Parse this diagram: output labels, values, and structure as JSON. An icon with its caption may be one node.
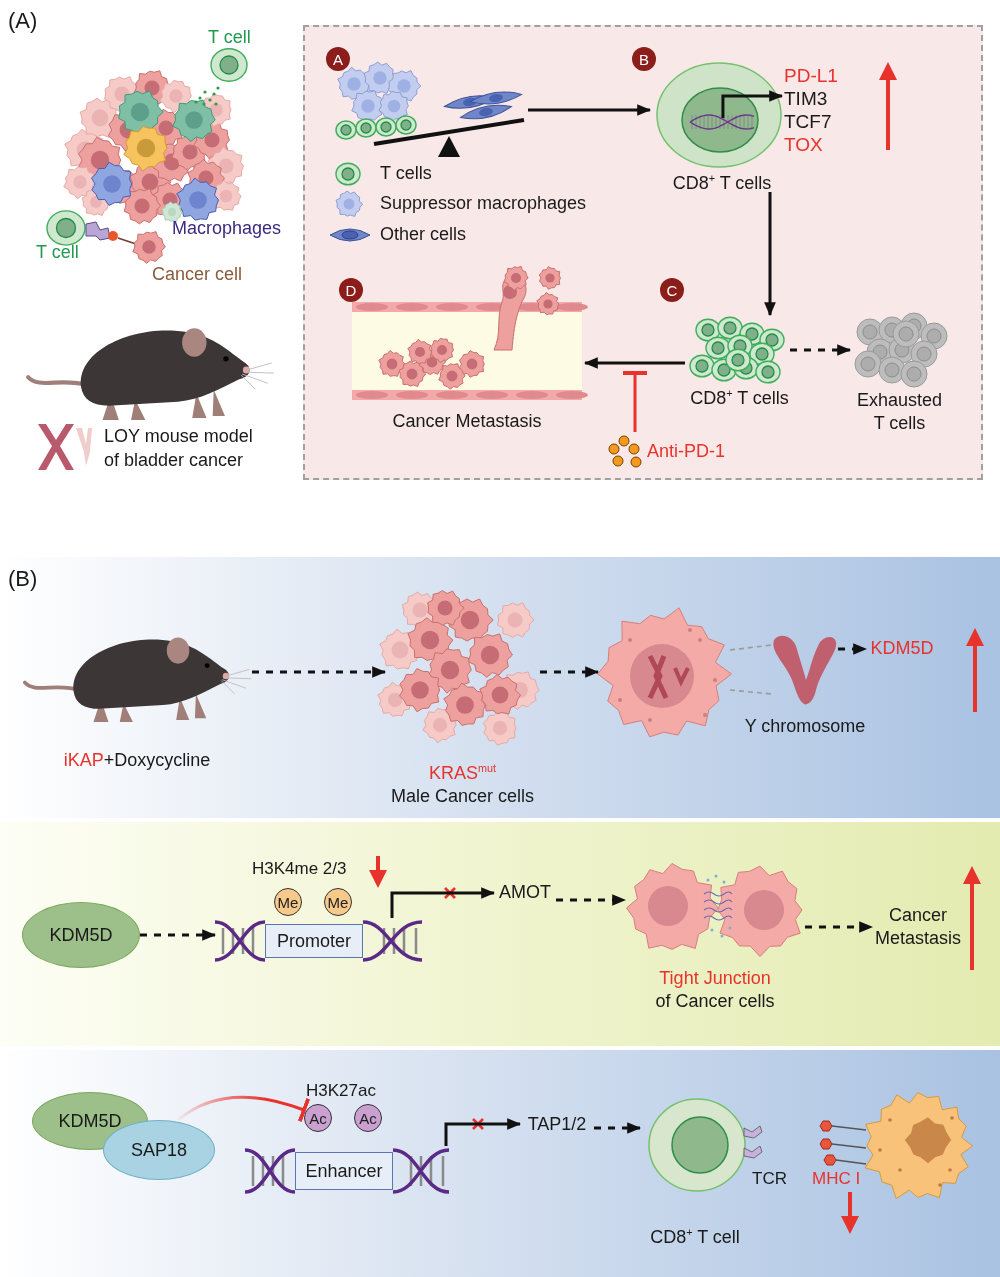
{
  "diagram": {
    "nodes": [
      {
        "text": [],
        "shape": "box"
      },
      {
        "text": [
          "A"
        ],
        "in": 0
      },
      {
        "text": [],
        "shape": "picture",
        "in": 0
      },
      {
        "text": [
          "B"
        ],
        "in": 0
      },
      {
        "text": [
          "CD8$^{+}$ T cells"
        ],
        "in": 0
      },
      {
        "text": [
          "PD-L1",
          "TIM3",
          "TCF7",
          "TOX"
        ],
        "in": 0
      },
      {
        "text": [
          "D"
        ],
        "in": 0
      },
      {
        "text": [
          "Cancer Metastasis"
        ],
        "in": 0
      },
      {
        "text": [
          "C"
        ],
        "in": 0
      },
      {
        "text": [
          "CD8$^{+}$ T cells"
        ],
        "in": 0
      },
      {
        "text": [
          "Exhausted T cells"
        ],
        "in": 0
      },
      {
        "text": [
          "Anti-PD-1"
        ],
        "in": 0
      },
      {
        "text": [],
        "shape": "band"
      },
      {
        "text": [
          "iKAP",
          "+Doxycycline"
        ],
        "in": 12
      },
      {
        "text": [
          "KRAS$^{mut}$",
          "Male Cancer cells"
        ],
        "in": 12
      },
      {
        "text": [],
        "shape": "picture",
        "in": 12
      },
      {
        "text": [],
        "shape": "picture",
        "in": 12,
        "beside": [
          "Y chromosome"
        ]
      },
      {
        "text": [
          "KDM5D"
        ],
        "in": 12
      },
      {
        "text": [],
        "shape": "band"
      },
      {
        "text": [
          "KDM5D"
        ],
        "in": 18
      },
      {
        "text": [
          "Me"
        ],
        "in": 18
      },
      {
        "text": [
          "Me"
        ],
        "in": 18
      },
      {
        "text": [
          "Promoter"
        ],
        "in": 18
      },
      {
        "text": [
          "AMOT"
        ],
        "in": 18
      },
      {
        "text": [
          "Tight Junction",
          "of Cancer cells"
        ],
        "in": 18
      },
      {
        "text": [
          "Cancer Metastasis"
        ],
        "in": 18
      },
      {
        "text": [],
        "shape": "band"
      },
      {
        "text": [
          "KDM5D"
        ],
        "in": 26
      },
      {
        "text": [
          "SAP18"
        ],
        "in": 26
      },
      {
        "text": [
          "Ac"
        ],
        "in": 26
      },
      {
        "text": [
          "Ac"
        ],
        "in": 26
      },
      {
        "text": [
          "Enhancer"
        ],
        "in": 26
      },
      {
        "text": [
          "TAP1/2"
        ],
        "in": 26
      },
      {
        "text": [
          "CD8$^{+}$ T cell"
        ],
        "in": 26
      }
    ],
    "edges": [
      {
        "from": 2,
        "to": 4,
        "arrow": "to"
      },
      {
        "from": 4,
        "to": 5,
        "arrow": "to"
      },
      {
        "from": 4,
        "to": 9,
        "arrow": "to"
      },
      {
        "from": 9,
        "to": 10,
        "arrow": "to",
        "style": "dashed"
      },
      {
        "from": 9,
        "to": 7,
        "arrow": "to"
      },
      {
        "from": 11,
        "to": null,
        "arrow": "other",
        "color": "#e8322c"
      },
      {
        "from": 13,
        "to": 14,
        "arrow": "to",
        "style": "dashed"
      },
      {
        "from": 14,
        "to": 15,
        "arrow": "to",
        "style": "dashed"
      },
      {
        "from": 15,
        "to": 16,
        "arrow": "none",
        "style": "dashed",
        "color": "#9a9a9a"
      },
      {
        "from": 15,
        "to": 16,
        "arrow": "none",
        "style": "dashed",
        "color": "#9a9a9a"
      },
      {
        "from": 16,
        "to": 17,
        "arrow": "to",
        "style": "dashed"
      },
      {
        "from": 19,
        "to": 22,
        "arrow": "to",
        "style": "dashed"
      },
      {
        "from": 22,
        "to": 23,
        "arrow": "to"
      },
      {
        "from": 23,
        "to": 24,
        "arrow": "to",
        "style": "dashed"
      },
      {
        "from": 24,
        "to": 25,
        "arrow": "to",
        "style": "dashed"
      },
      {
        "from": 28,
        "to": 29,
        "arrow": "other",
        "color": "#e8322c"
      },
      {
        "from": 31,
        "to": 32,
        "arrow": "to"
      },
      {
        "from": 32,
        "to": 33,
        "arrow": "to",
        "style": "dashed"
      }
    ],
    "labels": [
      "(A)",
      "T cell",
      "Macrophages",
      "T cell",
      "Cancer cell",
      "LOY mouse model of bladder cancer",
      "(B)",
      "H3K4me 2/3",
      "H3K27ac",
      "TCR",
      "MHC I"
    ],
    "legend": [
      {
        "text": "T cells"
      },
      {
        "text": "Suppressor macrophages"
      },
      {
        "text": "Other cells"
      }
    ]
  }
}
